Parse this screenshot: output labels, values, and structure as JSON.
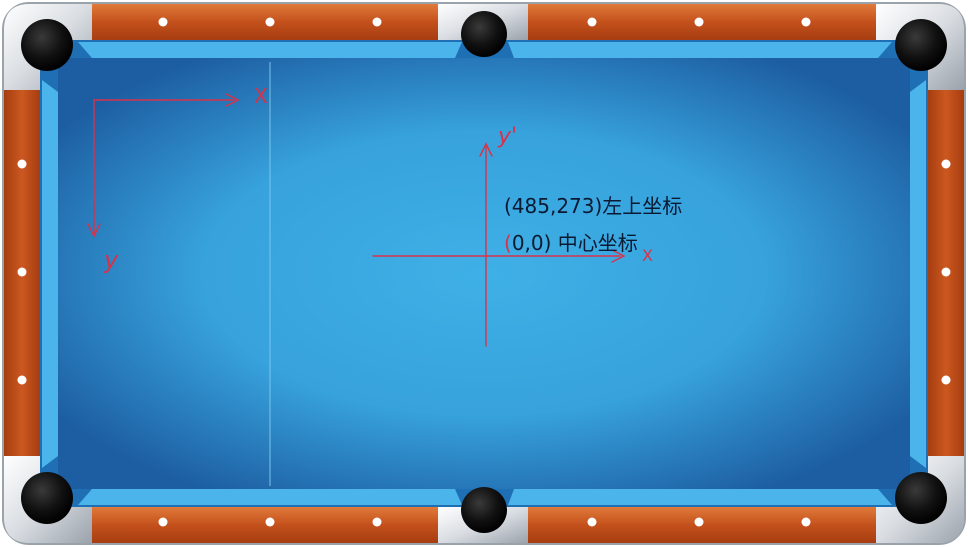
{
  "annotations": {
    "topleft_coord_label": "(485,273)左上坐标",
    "center_coord_label_open": "(",
    "center_coord_label_rest": "0,0) 中心坐标",
    "axis_x_topleft": "X",
    "axis_y_topleft": "y",
    "axis_x_center": "X",
    "axis_y_center": "y'"
  },
  "colors": {
    "felt": "#3aa6df",
    "felt_dark": "#1e5fa3",
    "rail_wood": "#c8501a",
    "cushion": "#2f8fd0",
    "pocket": "#0d0d0d",
    "diamond": "#ffffff",
    "annotation_red": "#d8324a",
    "text": "#0b1a33"
  }
}
